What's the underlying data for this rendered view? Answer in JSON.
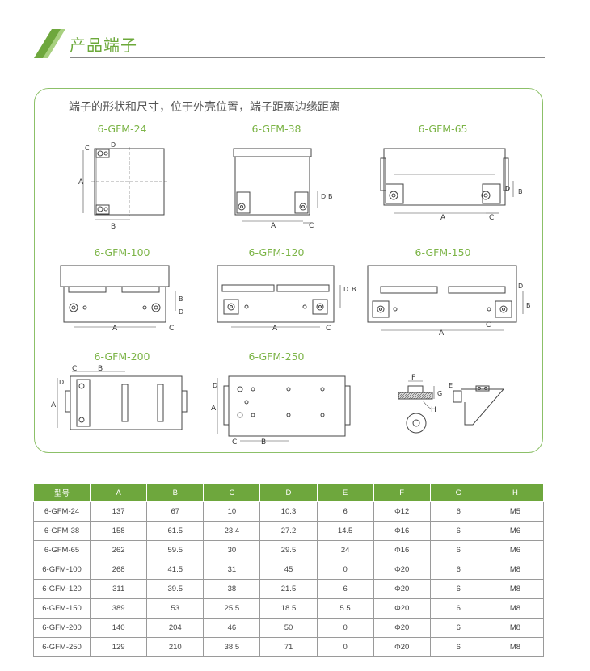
{
  "header": {
    "title": "产品端子"
  },
  "panel": {
    "title": "端子的形状和尺寸，位于外壳位置，端子距离边缘距离",
    "models": [
      "6-GFM-24",
      "6-GFM-38",
      "6-GFM-65",
      "6-GFM-100",
      "6-GFM-120",
      "6-GFM-150",
      "6-GFM-200",
      "6-GFM-250"
    ],
    "dim_letters": {
      "a": "A",
      "b": "B",
      "c": "C",
      "d": "D",
      "e": "E",
      "f": "F",
      "g": "G",
      "h": "H"
    }
  },
  "table": {
    "headers": [
      "型号",
      "A",
      "B",
      "C",
      "D",
      "E",
      "F",
      "G",
      "H"
    ],
    "rows": [
      [
        "6-GFM-24",
        "137",
        "67",
        "10",
        "10.3",
        "6",
        "Φ12",
        "6",
        "M5"
      ],
      [
        "6-GFM-38",
        "158",
        "61.5",
        "23.4",
        "27.2",
        "14.5",
        "Φ16",
        "6",
        "M6"
      ],
      [
        "6-GFM-65",
        "262",
        "59.5",
        "30",
        "29.5",
        "24",
        "Φ16",
        "6",
        "M6"
      ],
      [
        "6-GFM-100",
        "268",
        "41.5",
        "31",
        "45",
        "0",
        "Φ20",
        "6",
        "M8"
      ],
      [
        "6-GFM-120",
        "311",
        "39.5",
        "38",
        "21.5",
        "6",
        "Φ20",
        "6",
        "M8"
      ],
      [
        "6-GFM-150",
        "389",
        "53",
        "25.5",
        "18.5",
        "5.5",
        "Φ20",
        "6",
        "M8"
      ],
      [
        "6-GFM-200",
        "140",
        "204",
        "46",
        "50",
        "0",
        "Φ20",
        "6",
        "M8"
      ],
      [
        "6-GFM-250",
        "129",
        "210",
        "38.5",
        "71",
        "0",
        "Φ20",
        "6",
        "M8"
      ]
    ]
  },
  "colors": {
    "accent": "#6ea73d",
    "border": "#8cc068",
    "label": "#7cb447"
  }
}
